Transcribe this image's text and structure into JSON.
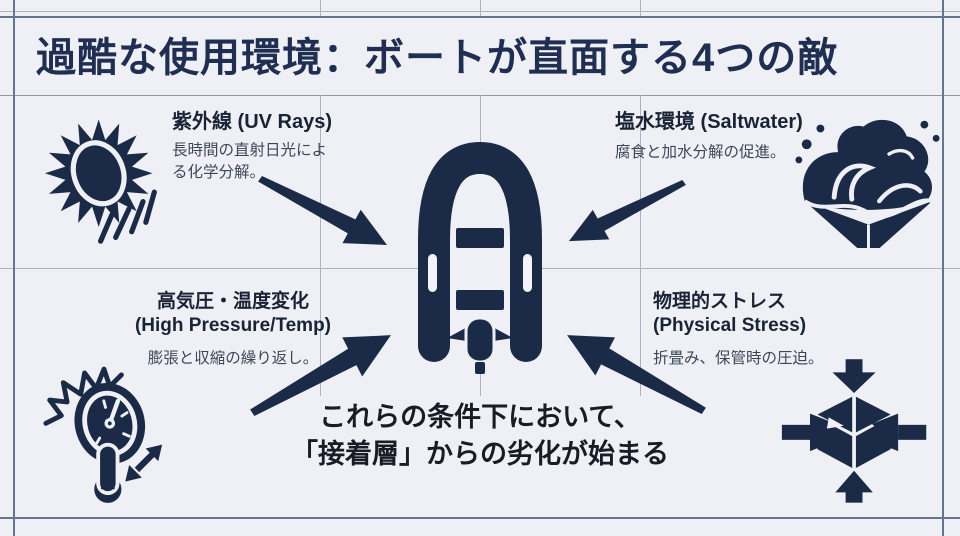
{
  "title": "過酷な使用環境：ボートが直面する4つの敵",
  "colors": {
    "background": "#eef0f5",
    "navy": "#1b2a47",
    "heading_text": "#1a2336",
    "body_text": "#3d4657",
    "statement_text": "#191c24",
    "grid_line": "#aab1c0",
    "frame_line": "#68748c"
  },
  "quadrants": {
    "uv": {
      "heading": "紫外線 (UV Rays)",
      "description": "長時間の直射日光による化学分解。",
      "icon": "sun-icon"
    },
    "saltwater": {
      "heading": "塩水環境 (Saltwater)",
      "description": "腐食と加水分解の促進。",
      "icon": "wave-icon"
    },
    "pressure": {
      "heading_jp": "高気圧・温度変化",
      "heading_en": "(High Pressure/Temp)",
      "description": "膨張と収縮の繰り返し。",
      "icon": "pressure-gauge-icon"
    },
    "stress": {
      "heading_jp": "物理的ストレス",
      "heading_en": "(Physical Stress)",
      "description": "折畳み、保管時の圧迫。",
      "icon": "compressed-box-icon"
    }
  },
  "center": {
    "icon": "inflatable-boat-icon"
  },
  "statement": {
    "line1": "これらの条件下において、",
    "line2": "「接着層」からの劣化が始まる"
  }
}
